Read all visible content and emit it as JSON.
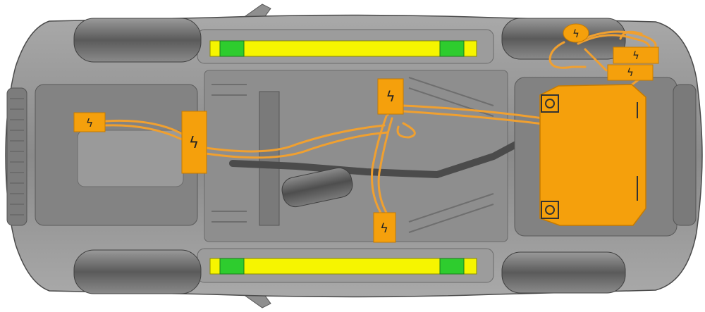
{
  "colors": {
    "background": "#ffffff",
    "body": "#8c8c8c",
    "body_dark": "#5f5f5f",
    "body_light": "#b9b9b9",
    "tire": "#6e6e6e",
    "hv_component": "#f5a00c",
    "hv_outline": "#c77b00",
    "hv_cable": "#f0a030",
    "lift_rail": "#f6f500",
    "lift_point": "#2ecc2e",
    "symbol": "#222222"
  },
  "icons": {
    "hv_warning": "high-voltage-bolt-icon"
  },
  "legend": {
    "hv_symbol": "ϟ"
  },
  "components": [
    {
      "id": "front-junction-box",
      "symbol": "ϟ"
    },
    {
      "id": "front-inverter",
      "symbol": "ϟ"
    },
    {
      "id": "center-junction-box",
      "symbol": "ϟ"
    },
    {
      "id": "lower-connector-box",
      "symbol": "ϟ"
    },
    {
      "id": "rear-charger-round",
      "symbol": "ϟ"
    },
    {
      "id": "rear-box-upper",
      "symbol": "ϟ"
    },
    {
      "id": "rear-box-lower",
      "symbol": "ϟ"
    },
    {
      "id": "hv-battery",
      "symbol": ""
    }
  ],
  "lift_points": [
    {
      "rail": "top",
      "count": 2
    },
    {
      "rail": "bottom",
      "count": 2
    }
  ]
}
